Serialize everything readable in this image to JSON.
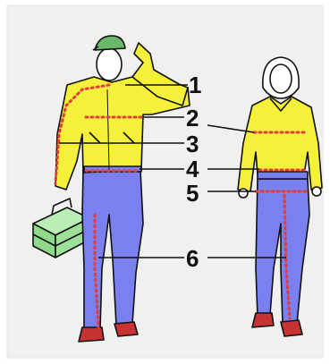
{
  "labels": [
    "1",
    "2",
    "3",
    "4",
    "5",
    "6"
  ],
  "colors": {
    "background": "#ffffff",
    "frame": "#f0f0ee",
    "shirt": "#f5f03a",
    "pants": "#7b80f0",
    "cap": "#6ab86a",
    "toolbox": "#9ee09a",
    "skin": "#ffffff",
    "shoes": "#c83232",
    "measure_line": "#e23b3b",
    "outline": "#111111"
  },
  "icons": [
    "worker-man-figure",
    "worker-woman-figure",
    "toolbox-icon",
    "cap-icon"
  ]
}
